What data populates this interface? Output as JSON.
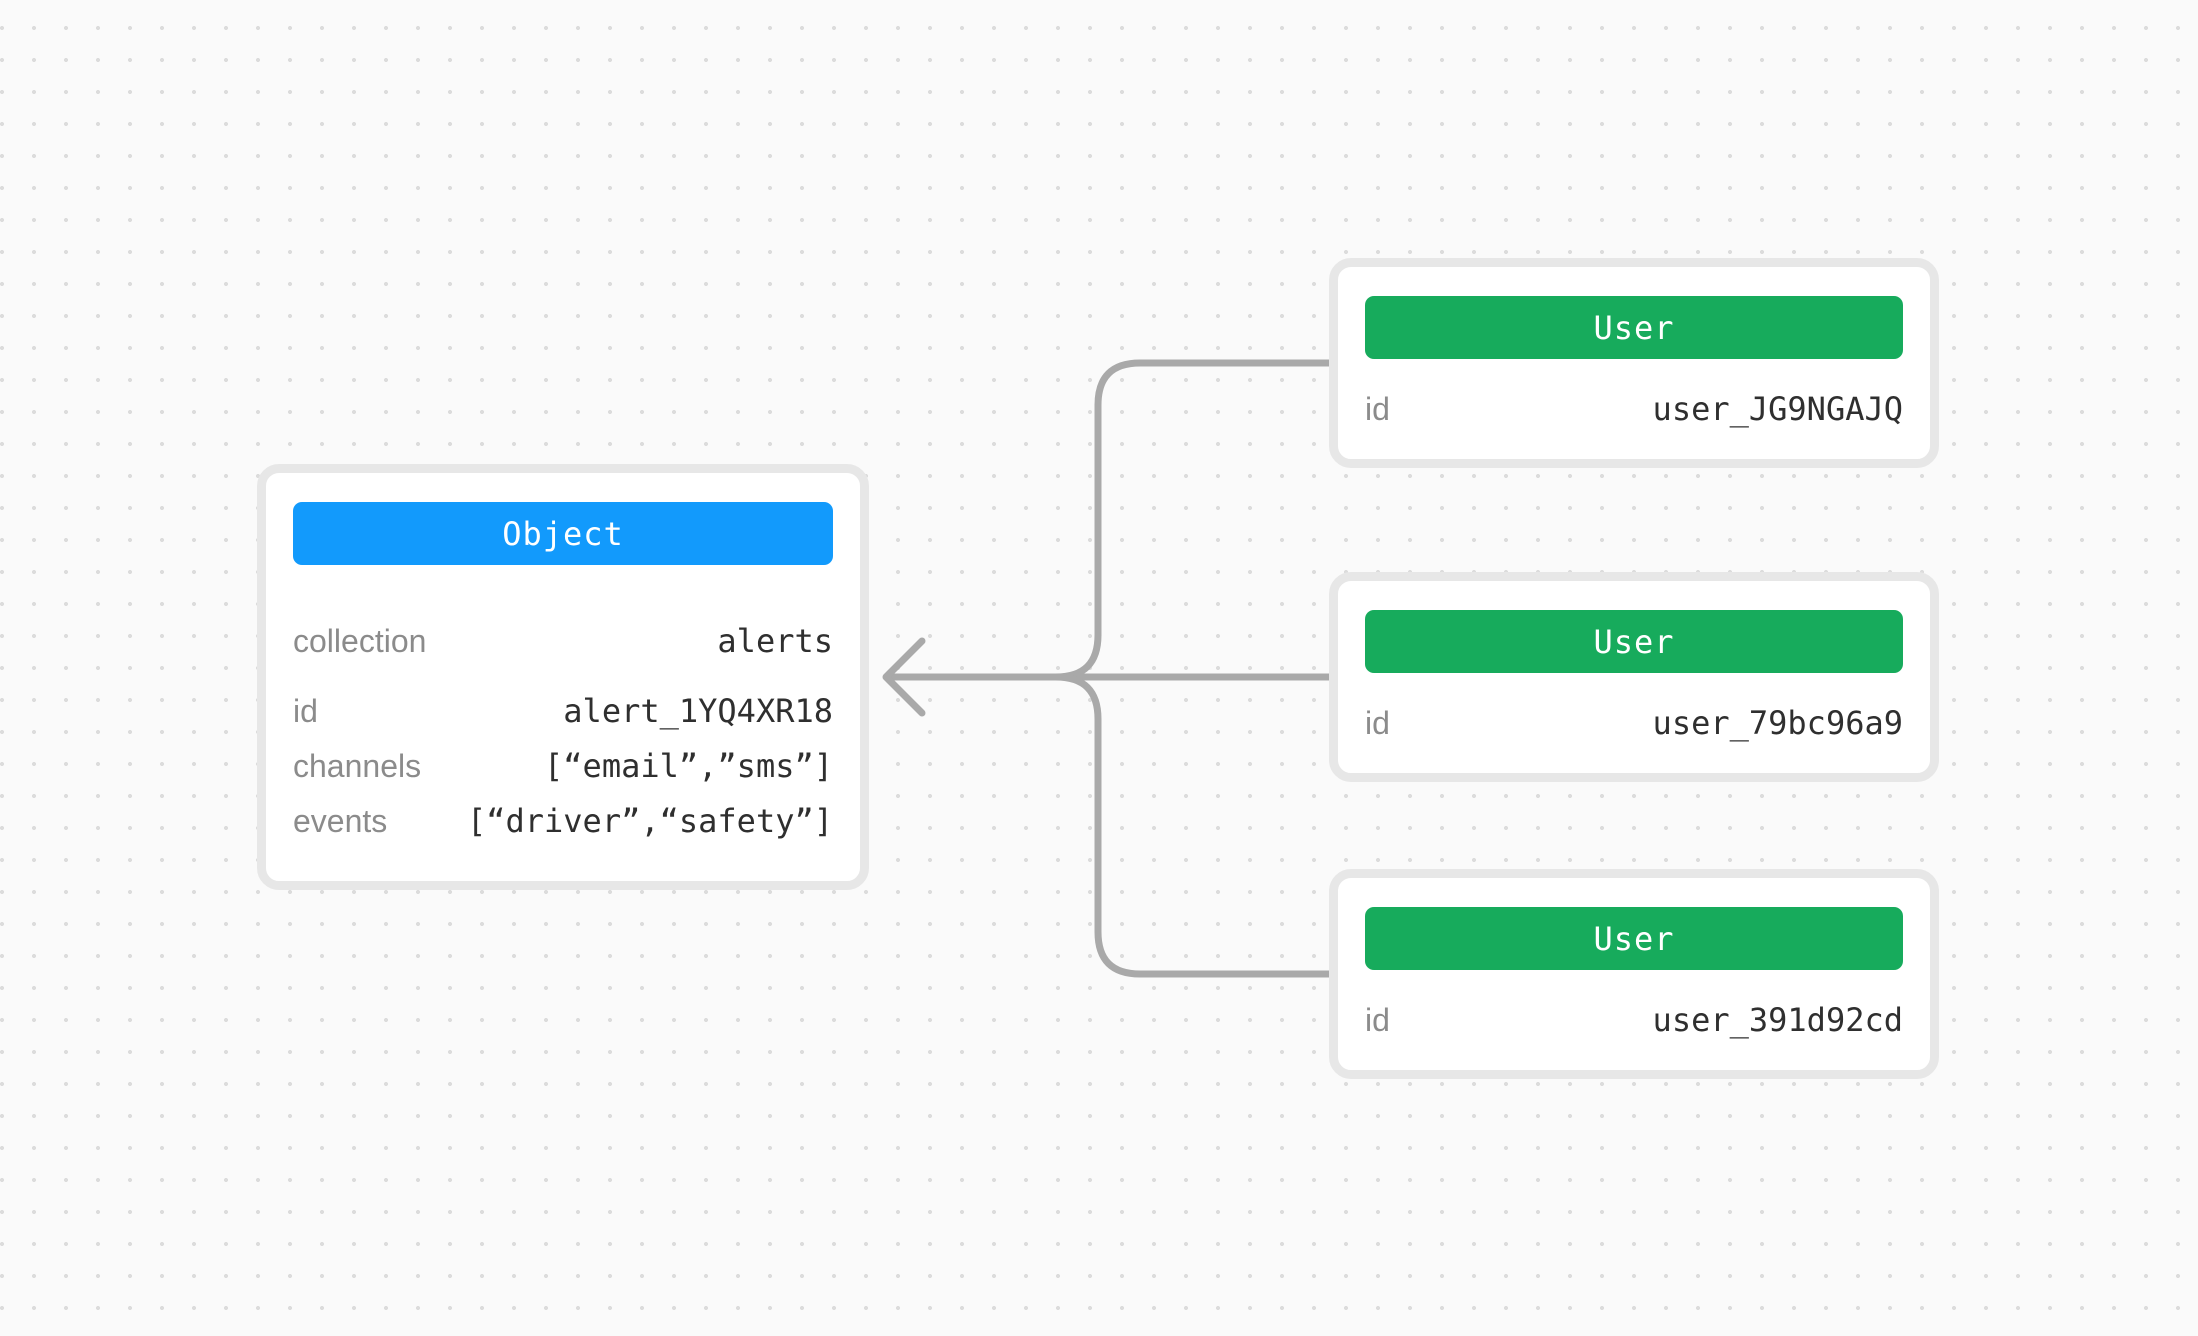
{
  "diagram": {
    "background_color": "#fafafa",
    "dot_color": "#dcdcdc",
    "connector": {
      "color": "#a9a9a9",
      "arrow_direction": "left",
      "edges": [
        "user_JG9NGAJQ -> alert_1YQ4XR18",
        "user_79bc96a9 -> alert_1YQ4XR18",
        "user_391d92cd -> alert_1YQ4XR18"
      ]
    },
    "object_card": {
      "header_label": "Object",
      "header_color": "#129afc",
      "fields": [
        {
          "label": "collection",
          "value": "alerts"
        },
        {
          "label": "id",
          "value": "alert_1YQ4XR18"
        },
        {
          "label": "channels",
          "value": "[“email”,”sms”]"
        },
        {
          "label": "events",
          "value": "[“driver”,“safety”]"
        }
      ]
    },
    "user_cards": [
      {
        "header_label": "User",
        "header_color": "#17ab5c",
        "fields": [
          {
            "label": "id",
            "value": "user_JG9NGAJQ"
          }
        ]
      },
      {
        "header_label": "User",
        "header_color": "#17ab5c",
        "fields": [
          {
            "label": "id",
            "value": "user_79bc96a9"
          }
        ]
      },
      {
        "header_label": "User",
        "header_color": "#17ab5c",
        "fields": [
          {
            "label": "id",
            "value": "user_391d92cd"
          }
        ]
      }
    ]
  }
}
